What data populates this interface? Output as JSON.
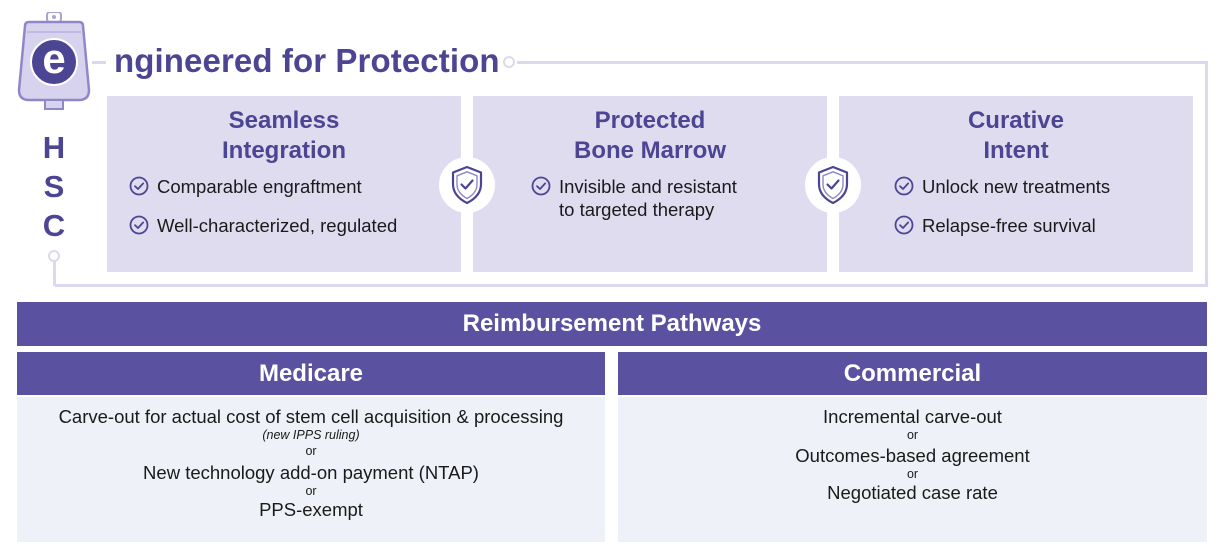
{
  "header": {
    "logo_letter": "e",
    "title": "ngineered for Protection",
    "side_letters": [
      "H",
      "S",
      "C"
    ]
  },
  "pillars": [
    {
      "title_lines": [
        "Seamless",
        "Integration"
      ],
      "items": [
        [
          "Comparable engraftment"
        ],
        [
          "Well-characterized, regulated"
        ]
      ]
    },
    {
      "title_lines": [
        "Protected",
        "Bone Marrow"
      ],
      "items": [
        [
          "Invisible and resistant",
          "to targeted therapy"
        ]
      ]
    },
    {
      "title_lines": [
        "Curative",
        "Intent"
      ],
      "items": [
        [
          "Unlock new treatments"
        ],
        [
          "Relapse-free survival"
        ]
      ]
    }
  ],
  "reimbursement": {
    "title": "Reimbursement Pathways",
    "medicare": {
      "title": "Medicare",
      "line1": "Carve-out for actual cost of stem cell acquisition & processing",
      "note1": "(new IPPS ruling)",
      "or1": "or",
      "line2": "New technology add-on payment (NTAP)",
      "or2": "or",
      "line3": "PPS-exempt"
    },
    "commercial": {
      "title": "Commercial",
      "line1": "Incremental carve-out",
      "or1": "or",
      "line2": "Outcomes-based agreement",
      "or2": "or",
      "line3": "Negotiated case rate"
    }
  },
  "colors": {
    "brand_purple": "#4b4593",
    "bar_purple": "#5a51a1",
    "pillar_bg": "#e0dcf0",
    "panel_bg": "#eef1f7",
    "frame_line": "#dcd9ee"
  },
  "icons": {
    "logo": "iv-bag-e-logo",
    "check": "check-circle-icon",
    "shield": "shield-check-icon"
  }
}
